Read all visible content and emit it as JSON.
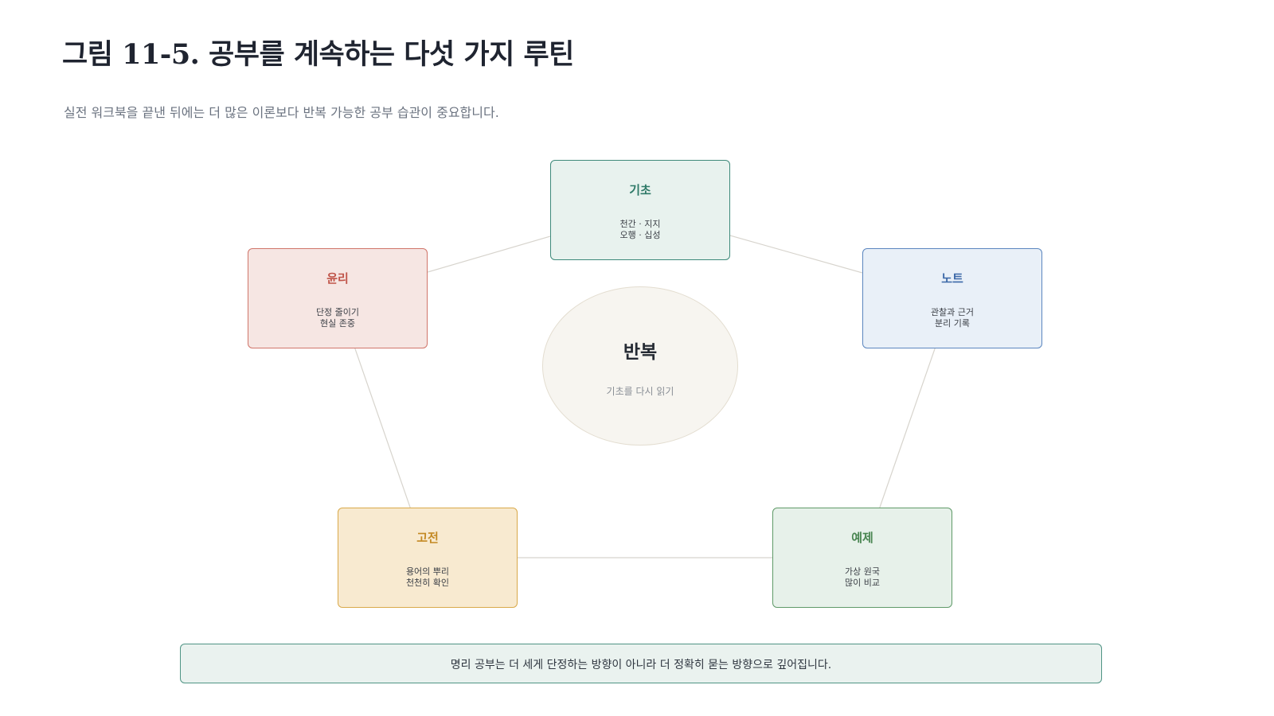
{
  "title": "그림 11-5. 공부를 계속하는 다섯 가지 루틴",
  "subtitle": "실전 워크북을 끝낸 뒤에는 더 많은 이론보다 반복 가능한 공부 습관이 중요합니다.",
  "center": {
    "title": "반복",
    "subtitle": "기초를 다시 읽기"
  },
  "nodes": {
    "gicho": {
      "title": "기초",
      "line1": "천간 · 지지",
      "line2": "오행 · 십성",
      "color": "#3e8a7a"
    },
    "note": {
      "title": "노트",
      "line1": "관찰과 근거",
      "line2": "분리 기록",
      "color": "#5b86bf"
    },
    "yeje": {
      "title": "예제",
      "line1": "가상 원국",
      "line2": "많이 비교",
      "color": "#5f9a68"
    },
    "gojeon": {
      "title": "고전",
      "line1": "용어의 뿌리",
      "line2": "천천히 확인",
      "color": "#d9a94a"
    },
    "yunri": {
      "title": "윤리",
      "line1": "단정 줄이기",
      "line2": "현실 존중",
      "color": "#d0756a"
    }
  },
  "footer": {
    "text": "명리 공부는 더 세게 단정하는 방향이 아니라 더 정확히 묻는 방향으로 깊어집니다."
  }
}
